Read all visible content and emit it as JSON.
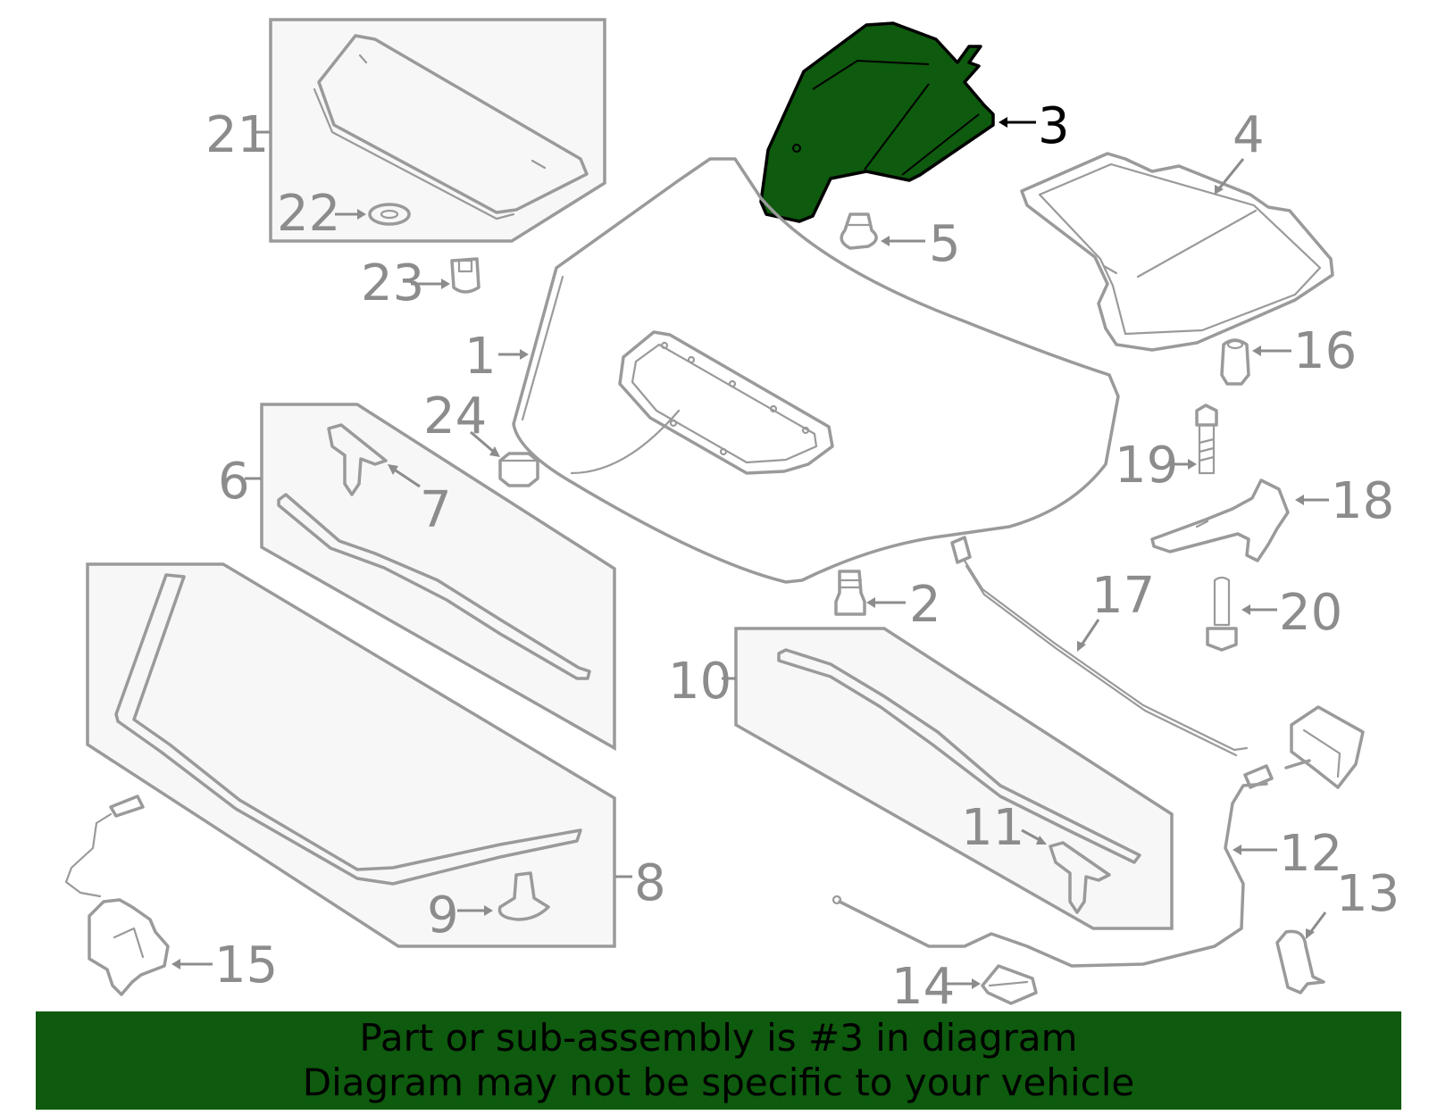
{
  "colors": {
    "highlight": "#0e5a0e",
    "line": "#9a9a9a",
    "label": "#8c8c8c"
  },
  "highlighted_part": "3",
  "labels": {
    "p1": "1",
    "p2": "2",
    "p3": "3",
    "p4": "4",
    "p5": "5",
    "p6": "6",
    "p7": "7",
    "p8": "8",
    "p9": "9",
    "p10": "10",
    "p11": "11",
    "p12": "12",
    "p13": "13",
    "p14": "14",
    "p15": "15",
    "p16": "16",
    "p17": "17",
    "p18": "18",
    "p19": "19",
    "p20": "20",
    "p21": "21",
    "p22": "22",
    "p23": "23",
    "p24": "24"
  },
  "banner": {
    "line1": "Part or sub-assembly is #3 in diagram",
    "line2": "Diagram may not be specific to your vehicle"
  }
}
